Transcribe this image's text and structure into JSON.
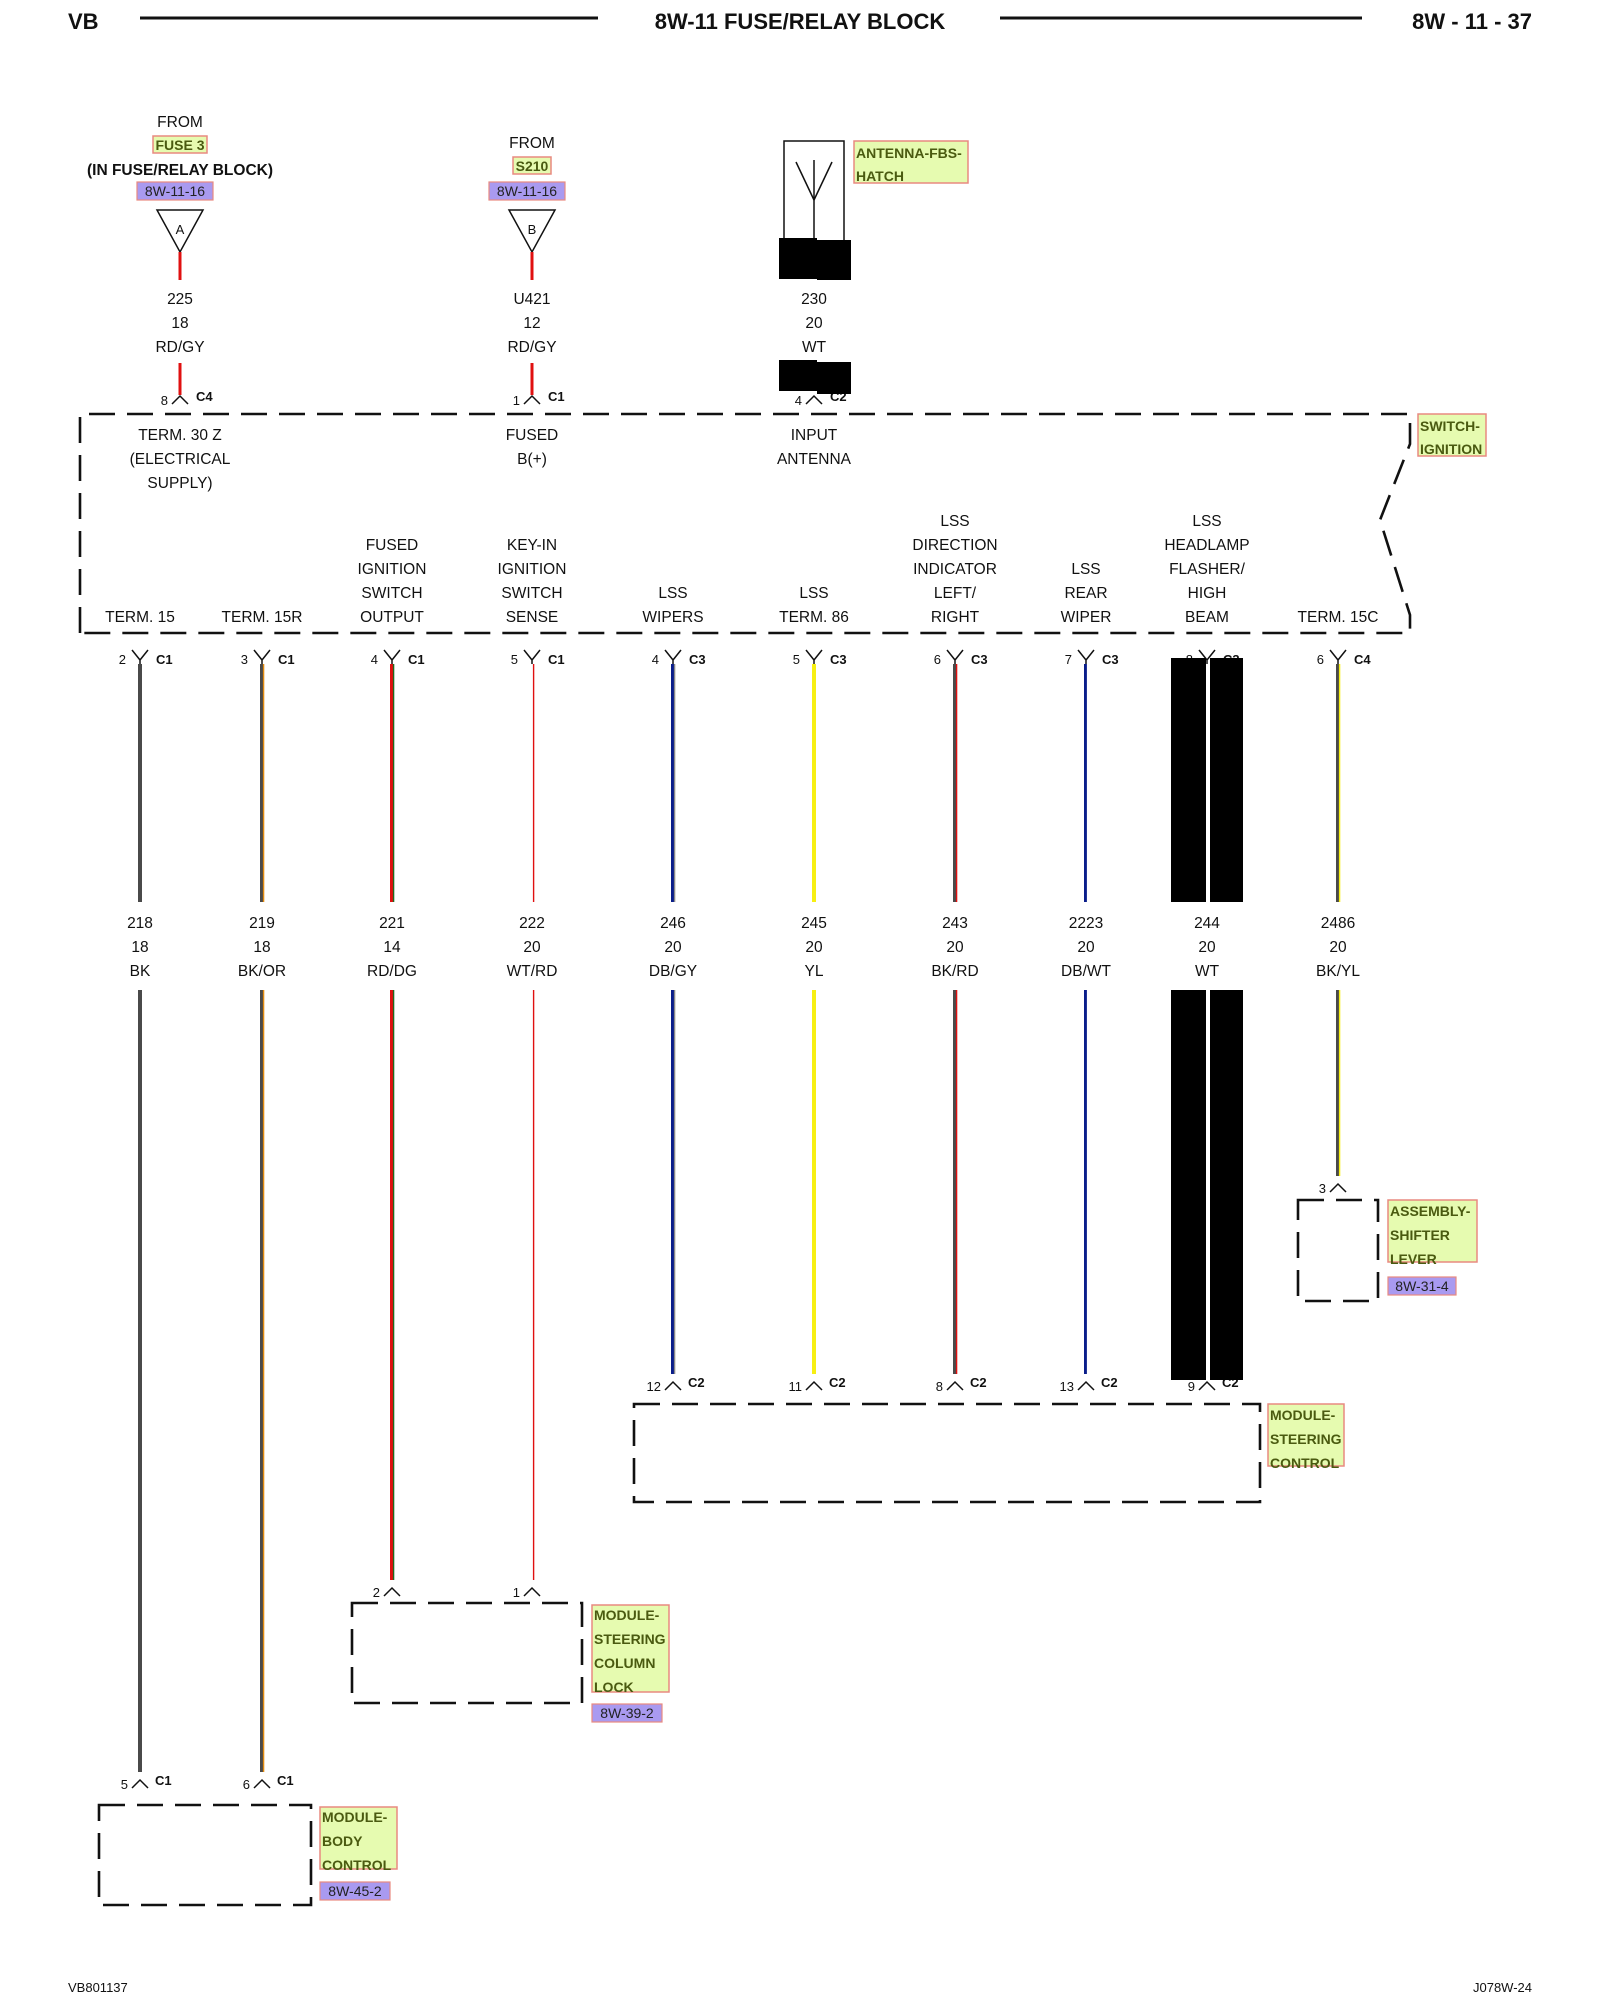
{
  "header": {
    "left": "VB",
    "title": "8W-11 FUSE/RELAY BLOCK",
    "page": "8W - 11 - 37"
  },
  "footer": {
    "left": "VB801137",
    "right": "J078W-24"
  },
  "colors": {
    "RD": "#e01010",
    "GY": "#8a8a8a",
    "BK": "#4a4a4a",
    "OR": "#e08a10",
    "DG": "#1f6b1f",
    "WT": "#ffffff",
    "DB": "#0a1d8a",
    "YL": "#f7ef12",
    "tag_fill": "#e6fbb0",
    "tag_border": "#e88a80",
    "ref_fill": "#a99af0"
  },
  "top_inputs": [
    {
      "lines": [
        "FROM",
        "FUSE 3",
        "(IN FUSE/RELAY BLOCK)",
        "8W-11-16"
      ],
      "splice": "A",
      "wire": {
        "circuit": "225",
        "gauge": "18",
        "color": "RD/GY"
      },
      "pin": "8",
      "connector": "C4",
      "function_lines": [
        "TERM. 30 Z",
        "(ELECTRICAL",
        "SUPPLY)"
      ]
    },
    {
      "lines": [
        "FROM",
        "S210",
        "8W-11-16"
      ],
      "splice": "B",
      "wire": {
        "circuit": "U421",
        "gauge": "12",
        "color": "RD/GY"
      },
      "pin": "1",
      "connector": "C1",
      "function_lines": [
        "FUSED",
        "B(+)"
      ]
    },
    {
      "antenna_label": [
        "ANTENNA-FBS-",
        "HATCH"
      ],
      "wire": {
        "circuit": "230",
        "gauge": "20",
        "color": "WT"
      },
      "pin": "4",
      "connector": "C2",
      "function_lines": [
        "INPUT",
        "ANTENNA"
      ]
    }
  ],
  "switch_ignition": [
    "SWITCH-",
    "IGNITION"
  ],
  "outputs": [
    {
      "function_lines": [
        "TERM. 15"
      ],
      "pin_top": "2",
      "conn_top": "C1",
      "circuit": "218",
      "gauge": "18",
      "color": "BK",
      "pin_bottom": "5",
      "conn_bottom": "C1"
    },
    {
      "function_lines": [
        "TERM. 15R"
      ],
      "pin_top": "3",
      "conn_top": "C1",
      "circuit": "219",
      "gauge": "18",
      "color": "BK/OR",
      "pin_bottom": "6",
      "conn_bottom": "C1"
    },
    {
      "function_lines": [
        "FUSED",
        "IGNITION",
        "SWITCH",
        "OUTPUT"
      ],
      "pin_top": "4",
      "conn_top": "C1",
      "circuit": "221",
      "gauge": "14",
      "color": "RD/DG",
      "pin_bottom": "2",
      "conn_bottom": ""
    },
    {
      "function_lines": [
        "KEY-IN",
        "IGNITION",
        "SWITCH",
        "SENSE"
      ],
      "pin_top": "5",
      "conn_top": "C1",
      "circuit": "222",
      "gauge": "20",
      "color": "WT/RD",
      "pin_bottom": "1",
      "conn_bottom": ""
    },
    {
      "function_lines": [
        "LSS",
        "WIPERS"
      ],
      "pin_top": "4",
      "conn_top": "C3",
      "circuit": "246",
      "gauge": "20",
      "color": "DB/GY",
      "pin_bottom": "12",
      "conn_bottom": "C2"
    },
    {
      "function_lines": [
        "LSS",
        "TERM. 86"
      ],
      "pin_top": "5",
      "conn_top": "C3",
      "circuit": "245",
      "gauge": "20",
      "color": "YL",
      "pin_bottom": "11",
      "conn_bottom": "C2"
    },
    {
      "function_lines": [
        "LSS",
        "DIRECTION",
        "INDICATOR",
        "LEFT/",
        "RIGHT"
      ],
      "pin_top": "6",
      "conn_top": "C3",
      "circuit": "243",
      "gauge": "20",
      "color": "BK/RD",
      "pin_bottom": "8",
      "conn_bottom": "C2"
    },
    {
      "function_lines": [
        "LSS",
        "REAR",
        "WIPER"
      ],
      "pin_top": "7",
      "conn_top": "C3",
      "circuit": "2223",
      "gauge": "20",
      "color": "DB/WT",
      "pin_bottom": "13",
      "conn_bottom": "C2"
    },
    {
      "function_lines": [
        "LSS",
        "HEADLAMP",
        "FLASHER/",
        "HIGH",
        "BEAM"
      ],
      "pin_top": "8",
      "conn_top": "C3",
      "circuit": "244",
      "gauge": "20",
      "color": "WT",
      "pin_bottom": "9",
      "conn_bottom": "C2"
    },
    {
      "function_lines": [
        "TERM. 15C"
      ],
      "pin_top": "6",
      "conn_top": "C4",
      "circuit": "2486",
      "gauge": "20",
      "color": "BK/YL",
      "pin_bottom": "3",
      "conn_bottom": ""
    }
  ],
  "modules": [
    {
      "label": [
        "ASSEMBLY-",
        "SHIFTER",
        "LEVER"
      ],
      "ref": "8W-31-4"
    },
    {
      "label": [
        "MODULE-",
        "STEERING",
        "CONTROL"
      ],
      "ref": ""
    },
    {
      "label": [
        "MODULE-",
        "STEERING",
        "COLUMN",
        "LOCK"
      ],
      "ref": "8W-39-2"
    },
    {
      "label": [
        "MODULE-",
        "BODY",
        "CONTROL"
      ],
      "ref": "8W-45-2"
    }
  ]
}
